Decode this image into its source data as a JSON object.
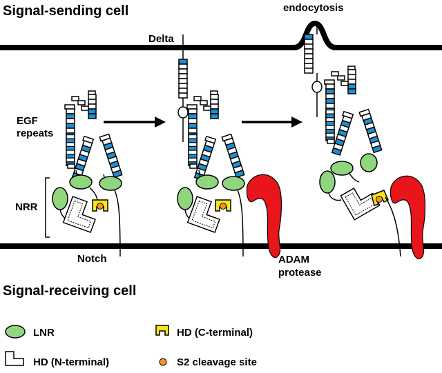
{
  "labels": {
    "sending_cell": "Signal-sending cell",
    "receiving_cell": "Signal-receiving cell",
    "endocytosis": "endocytosis",
    "delta": "Delta",
    "egf_line1": "EGF",
    "egf_line2": "repeats",
    "nrr": "NRR",
    "notch": "Notch",
    "adam_line1": "ADAM",
    "adam_line2": "protease"
  },
  "legend": {
    "lnr": "LNR",
    "hd_c": "HD (C-terminal)",
    "hd_n": "HD (N-terminal)",
    "s2": "S2 cleavage site"
  },
  "colors": {
    "egf_blue": "#1f8fd1",
    "lnr_green": "#8fd67e",
    "hd_yellow": "#f5e41e",
    "s2_orange": "#f5941e",
    "adam_red": "#e8161b"
  }
}
